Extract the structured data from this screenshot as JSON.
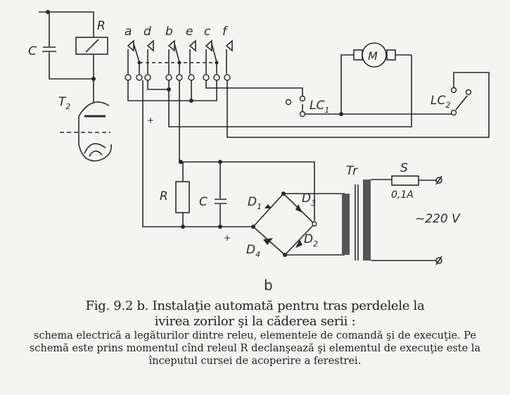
{
  "figure": {
    "labels": {
      "relay": "R",
      "capacitor_top": "C",
      "tube": "T",
      "tube_sub": "2",
      "sw_a": "a",
      "sw_d": "d",
      "sw_b": "b",
      "sw_e": "e",
      "sw_c": "c",
      "sw_f": "f",
      "motor": "M",
      "lc1": "LC",
      "lc1_sub": "1",
      "lc2": "LC",
      "lc2_sub": "2",
      "resistor": "R",
      "capacitor_bottom": "C",
      "d1": "D",
      "d1_sub": "1",
      "d2": "D",
      "d2_sub": "2",
      "d3": "D",
      "d3_sub": "3",
      "d4": "D",
      "d4_sub": "4",
      "transformer": "Tr",
      "fuse": "S",
      "fuse_rating": "0,1A",
      "voltage": "~220 V",
      "plus1": "+",
      "plus2": "+",
      "subfigure": "b"
    }
  },
  "caption": {
    "title_line1": "Fig. 9.2 b. Instalaţie automată pentru tras perdelele la",
    "title_line2": "ivirea zorilor şi la căderea serii :",
    "body": "schema electrică a legăturilor dintre releu, elementele de comandă şi de execuţie. Pe schemă este prins momentul cînd releul R declanşează şi elementul de execuţie este la începutul cursei de acoperire a ferestrei."
  }
}
